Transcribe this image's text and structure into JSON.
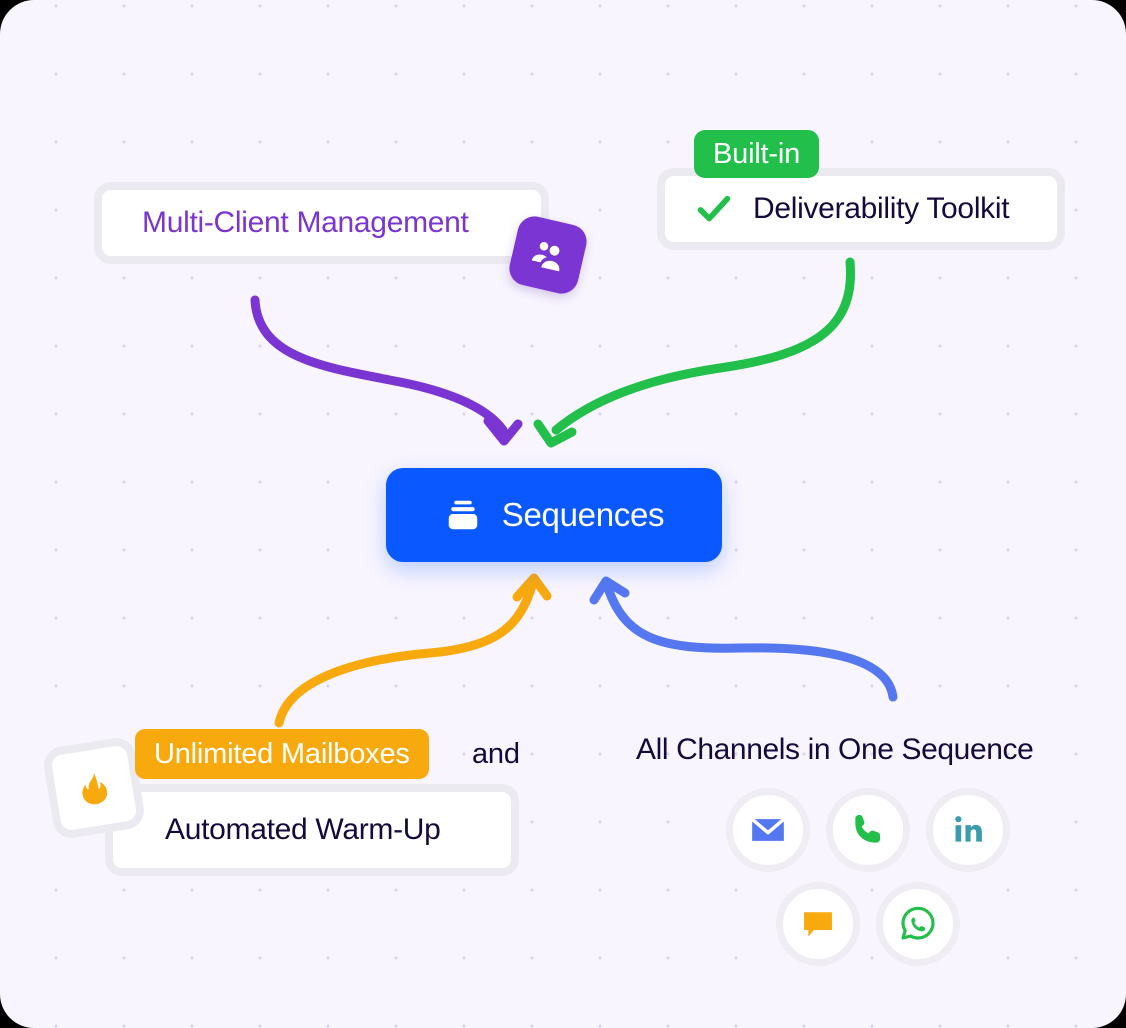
{
  "theme": {
    "background": "#f8f5fe",
    "dot_color": "#d8d6ee",
    "card_bg": "#ffffff",
    "card_border": "#eceaf1",
    "text_dark": "#160a3c",
    "purple": "#7b35d2",
    "green": "#22bf4a",
    "blue": "#0a58ff",
    "arrow_blue": "#5578f0",
    "orange": "#f8a90e",
    "teal": "#3a9cad"
  },
  "nodes": {
    "multi_client": {
      "label": "Multi-Client Management",
      "badge_icon": "users-group-icon",
      "text_color": "#7b35d2"
    },
    "deliverability": {
      "badge_label": "Built-in",
      "label": "Deliverability Toolkit",
      "check_icon": "check-icon",
      "badge_color": "#22bf4a"
    },
    "center": {
      "label": "Sequences",
      "icon": "layers-stack-icon",
      "color": "#0a58ff"
    },
    "mailboxes": {
      "pill_label": "Unlimited Mailboxes",
      "conjunction": "and",
      "card_label": "Automated Warm-Up",
      "badge_icon": "flame-icon",
      "pill_color": "#f8a90e"
    },
    "channels": {
      "label": "All Channels in One Sequence",
      "items": [
        {
          "name": "email",
          "icon": "envelope-icon",
          "color": "#5578f0"
        },
        {
          "name": "call",
          "icon": "phone-icon",
          "color": "#22bf4a"
        },
        {
          "name": "linkedin",
          "icon": "linkedin-icon",
          "color": "#3a9cad"
        },
        {
          "name": "sms",
          "icon": "chat-bubble-icon",
          "color": "#f8a90e"
        },
        {
          "name": "whatsapp",
          "icon": "whatsapp-icon",
          "color": "#22bf4a"
        }
      ]
    }
  },
  "arrows": [
    {
      "name": "multi-client-to-sequences",
      "color": "#7b35d2",
      "from": "multi_client",
      "to": "center"
    },
    {
      "name": "deliverability-to-sequences",
      "color": "#22bf4a",
      "from": "deliverability",
      "to": "center"
    },
    {
      "name": "mailboxes-to-sequences",
      "color": "#f8a90e",
      "from": "mailboxes",
      "to": "center"
    },
    {
      "name": "channels-to-sequences",
      "color": "#5578f0",
      "from": "channels",
      "to": "center"
    }
  ]
}
